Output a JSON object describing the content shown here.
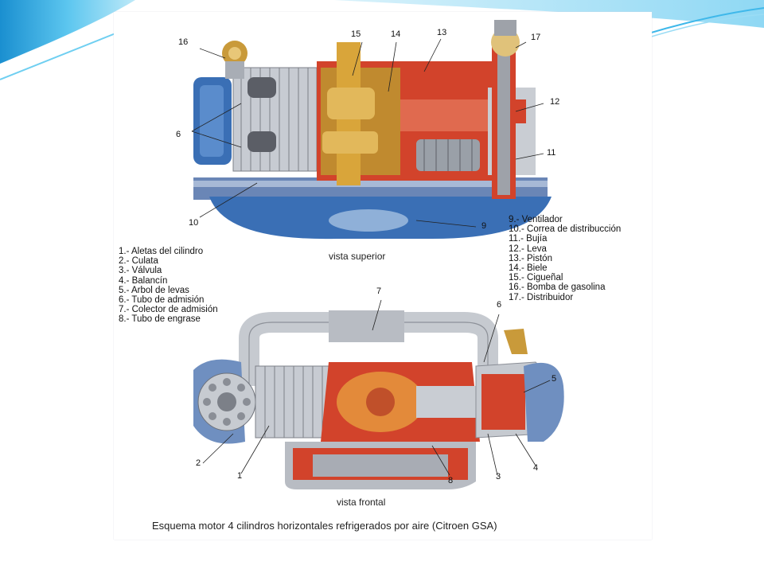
{
  "slide": {
    "background": "#ffffff",
    "accent_colors": [
      "#1e9bd7",
      "#7ed4f4",
      "#d6f1fb"
    ]
  },
  "diagram": {
    "caption": "Esquema motor 4 cilindros horizontales refrigerados por aire (Citroen GSA)",
    "top_view_label": "vista superior",
    "bottom_view_label": "vista frontal",
    "top_numbers": [
      "16",
      "15",
      "14",
      "13",
      "17",
      "12",
      "6",
      "11",
      "10",
      "9"
    ],
    "bottom_numbers": [
      "7",
      "6",
      "5",
      "2",
      "1",
      "8",
      "3",
      "4"
    ],
    "legend_left": [
      "1.- Aletas del cilindro",
      "2.- Culata",
      "3.- Válvula",
      "4.- Balancín",
      "5.- Arbol de levas",
      "6.- Tubo de admisión",
      "7.- Colector de admisión",
      "8.- Tubo de engrase"
    ],
    "legend_right": [
      "9.- Ventilador",
      "10.- Correa de distribucción",
      "11.- Bujía",
      "12.- Leva",
      "13.- Pistón",
      "14.- Biele",
      "15.- Cigueñal",
      "16.- Bomba de gasolina",
      "17.- Distribuidor"
    ],
    "colors": {
      "engine_blue": "#3a6fb5",
      "section_red": "#d2432b",
      "metal_grey": "#b9bdc4",
      "crank_gold": "#d9a53a"
    }
  }
}
